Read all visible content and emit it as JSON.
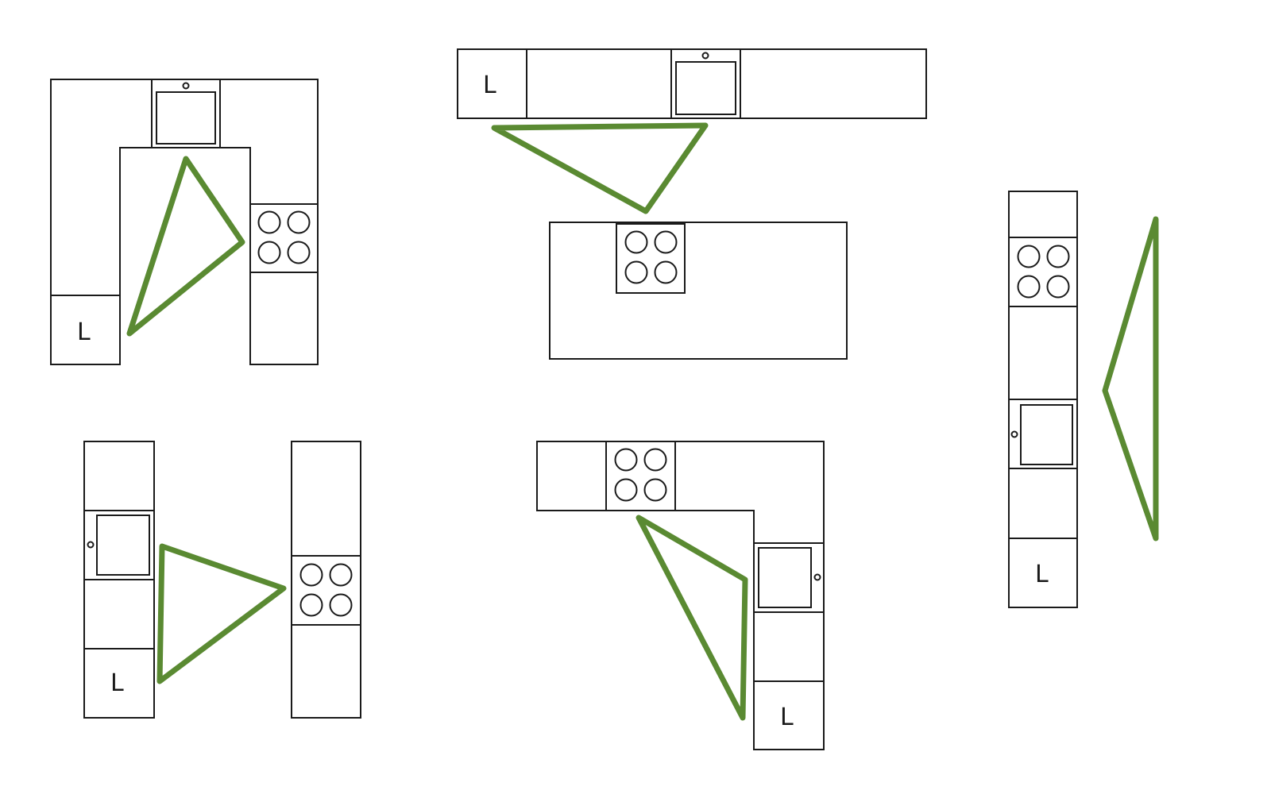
{
  "diagram": {
    "fridge_label": "L",
    "colors": {
      "background": "#ffffff",
      "outline": "#1a1a1a",
      "triangle": "#5a8a32"
    },
    "layouts": [
      {
        "shape": "U-shaped",
        "elements": [
          "sink",
          "stove",
          "fridge"
        ]
      },
      {
        "shape": "single-wall-with-island",
        "elements": [
          "fridge",
          "sink",
          "stove"
        ]
      },
      {
        "shape": "single-wall",
        "elements": [
          "stove",
          "sink",
          "fridge"
        ]
      },
      {
        "shape": "galley",
        "elements": [
          "sink",
          "fridge",
          "stove"
        ]
      },
      {
        "shape": "L-shaped",
        "elements": [
          "stove",
          "sink",
          "fridge"
        ]
      }
    ]
  }
}
